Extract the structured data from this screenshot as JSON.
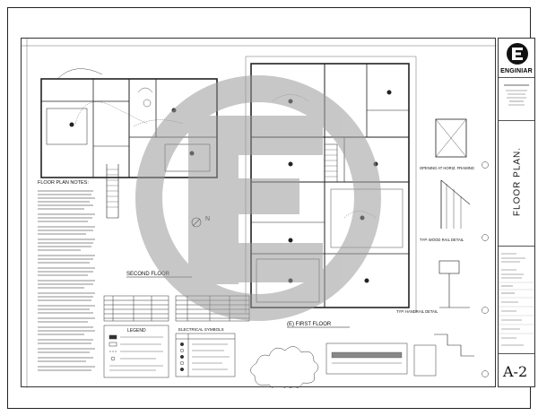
{
  "title_block": {
    "brand": "ENGINIAR",
    "sheet_title": "FLOOR PLAN.",
    "sheet_number": "A-2"
  },
  "drawing": {
    "second_floor_title": "SECOND FLOOR",
    "first_floor_title": "(E) FIRST FLOOR",
    "floor_plan_notes_title": "FLOOR PLAN NOTES:",
    "legend_title": "LEGEND",
    "electrical_symbols_title": "ELECTRICAL SYMBOLS",
    "detail_opening": "OPENING AT HORIZ. FRAMING",
    "detail_rail": "TYP. WOOD RAIL DETAIL",
    "detail_handrail": "TYP. HANDRAIL DETAIL"
  },
  "watermark": {
    "color": "#9a9a9a"
  }
}
